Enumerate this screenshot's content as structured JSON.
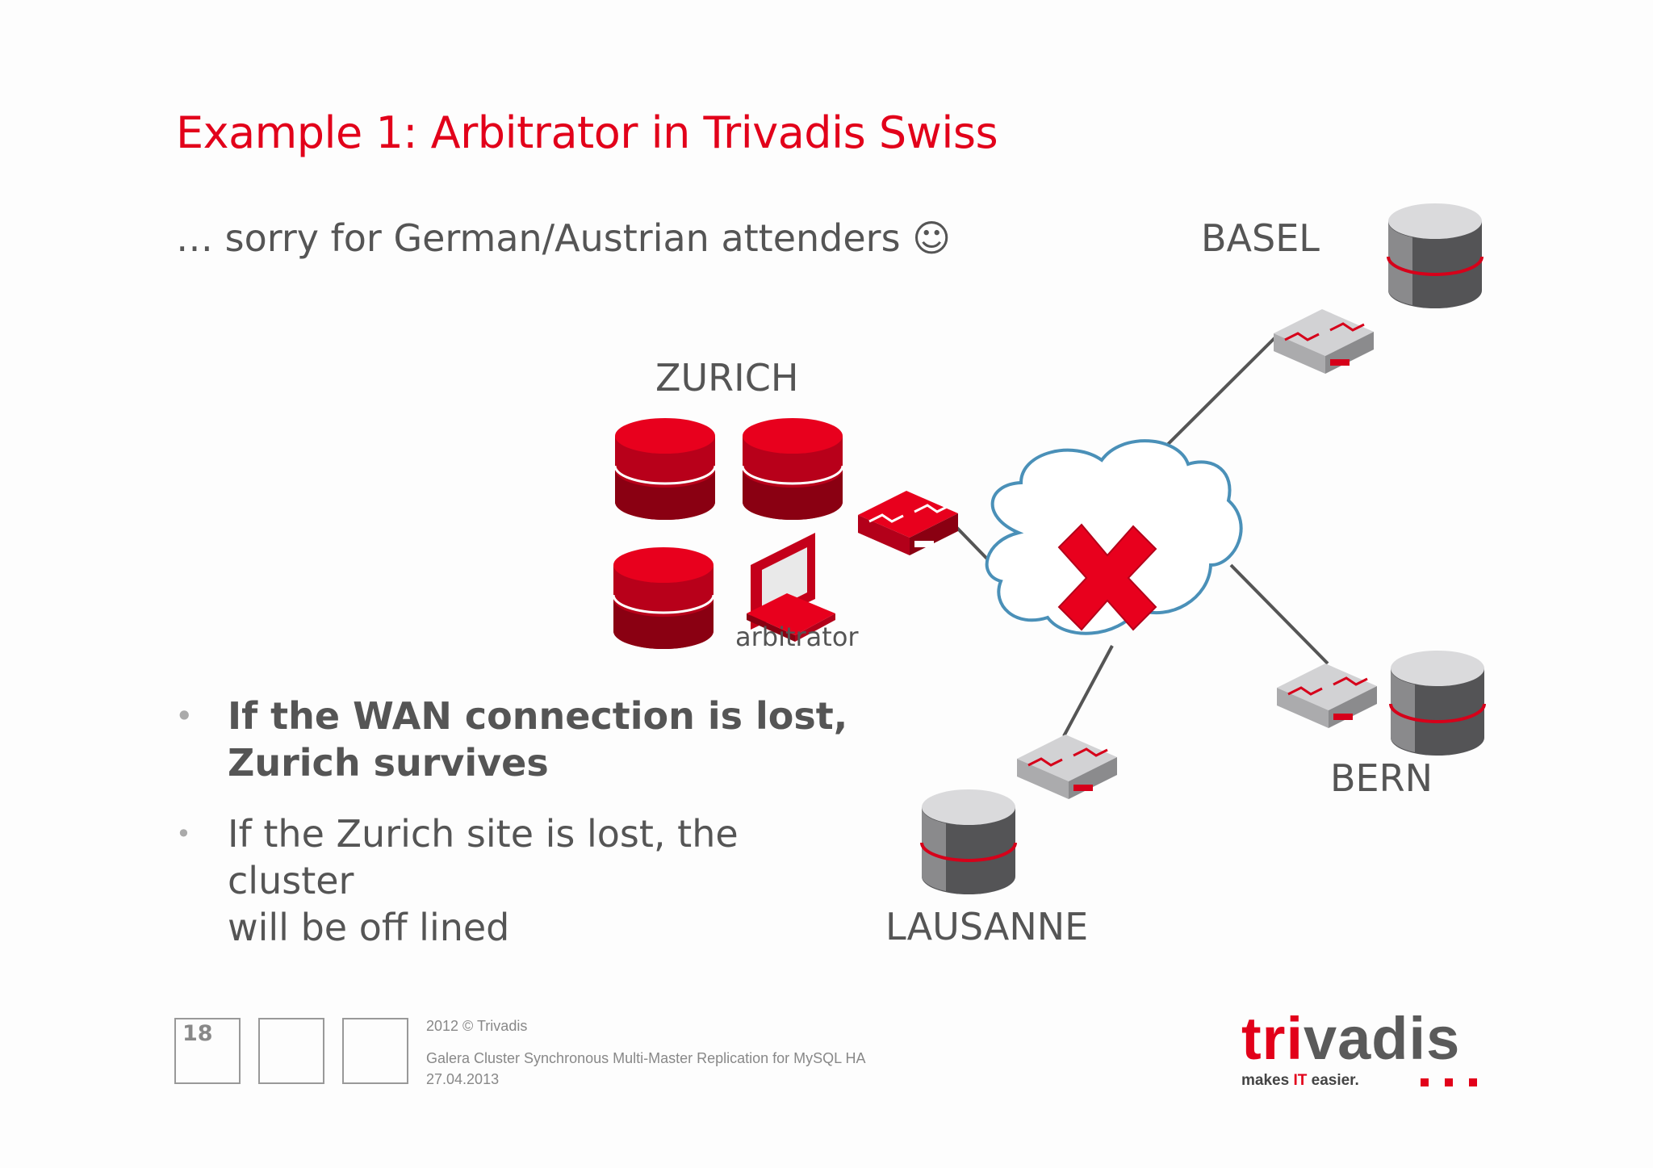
{
  "slide": {
    "title": "Example 1: Arbitrator in Trivadis Swiss",
    "subtitle": "… sorry for German/Austrian attenders ☺"
  },
  "diagram": {
    "sites": {
      "zurich": "ZURICH",
      "basel": "BASEL",
      "bern": "BERN",
      "lausanne": "LAUSANNE"
    },
    "arbitrator_label": "arbitrator",
    "colors": {
      "accent": "#e2001a",
      "active_db": "#d9001b",
      "inactive_db": "#d7d7d9",
      "cloud": "#4a90b8",
      "cross": "#e2001a"
    }
  },
  "bullets": [
    {
      "text_line1": "If the WAN connection is lost,",
      "text_line2": "Zurich survives",
      "bold": true
    },
    {
      "text_line1": "If the Zurich site is lost, the cluster",
      "text_line2": "will be off lined",
      "bold": false
    }
  ],
  "footer": {
    "page_number": "18",
    "copyright": "2012 © Trivadis",
    "presentation": "Galera Cluster Synchronous Multi-Master Replication for MySQL HA",
    "date": "27.04.2013"
  },
  "logo": {
    "word_part1": "tri",
    "word_part2": "vadis",
    "tag_part1": "makes ",
    "tag_highlight": "IT",
    "tag_part2": " easier."
  }
}
